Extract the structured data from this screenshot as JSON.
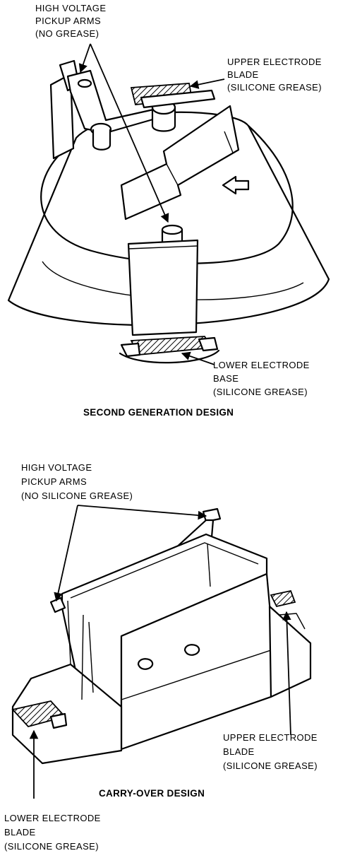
{
  "top_design": {
    "caption": "SECOND GENERATION DESIGN",
    "pickup_arms_label": [
      "HIGH VOLTAGE",
      "PICKUP ARMS",
      "(NO GREASE)"
    ],
    "upper_electrode_label": [
      "UPPER ELECTRODE",
      "BLADE",
      "(SILICONE GREASE)"
    ],
    "lower_electrode_label": [
      "LOWER ELECTRODE",
      "BASE",
      "(SILICONE GREASE)"
    ]
  },
  "bottom_design": {
    "caption": "CARRY-OVER DESIGN",
    "pickup_arms_label": [
      "HIGH VOLTAGE",
      "PICKUP ARMS",
      "(NO SILICONE GREASE)"
    ],
    "upper_electrode_label": [
      "UPPER ELECTRODE",
      "BLADE",
      "(SILICONE GREASE)"
    ],
    "lower_electrode_label": [
      "LOWER ELECTRODE",
      "BLADE",
      "(SILICONE GREASE)"
    ]
  }
}
